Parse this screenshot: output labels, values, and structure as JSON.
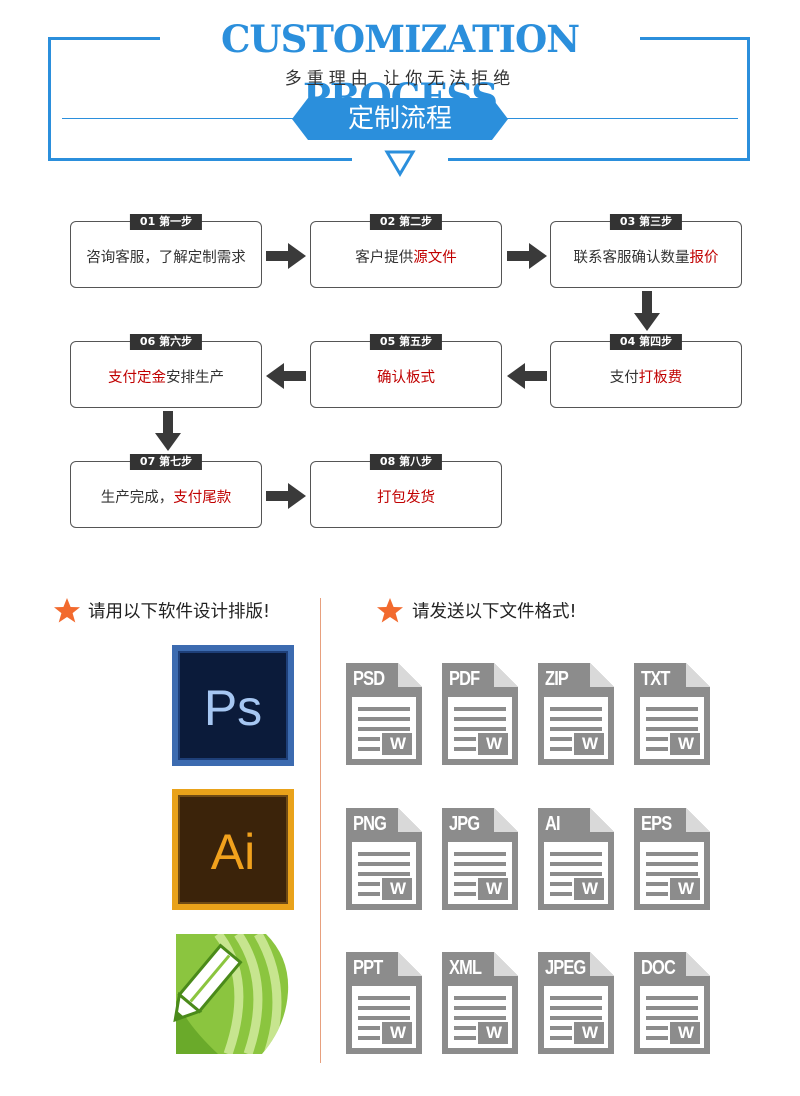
{
  "header": {
    "title": "CUSTOMIZATION PROCESS",
    "subtitle": "多重理由   让你无法拒绝",
    "banner": "定制流程"
  },
  "steps": [
    {
      "tag": "01 第一步",
      "parts": [
        {
          "text": "咨询客服，了解定制需求",
          "red": false
        }
      ]
    },
    {
      "tag": "02 第二步",
      "parts": [
        {
          "text": "客户提供",
          "red": false
        },
        {
          "text": "源文件",
          "red": true
        }
      ]
    },
    {
      "tag": "03 第三步",
      "parts": [
        {
          "text": "联系客服确认数量",
          "red": false
        },
        {
          "text": "报价",
          "red": true
        }
      ]
    },
    {
      "tag": "04 第四步",
      "parts": [
        {
          "text": "支付",
          "red": false
        },
        {
          "text": "打板费",
          "red": true
        }
      ]
    },
    {
      "tag": "05 第五步",
      "parts": [
        {
          "text": "确认板式",
          "red": true
        }
      ]
    },
    {
      "tag": "06 第六步",
      "parts": [
        {
          "text": "支付定金",
          "red": true
        },
        {
          "text": "安排生产",
          "red": false
        }
      ]
    },
    {
      "tag": "07 第七步",
      "parts": [
        {
          "text": "生产完成，",
          "red": false
        },
        {
          "text": "支付尾款",
          "red": true
        }
      ]
    },
    {
      "tag": "08 第八步",
      "parts": [
        {
          "text": "打包发货",
          "red": true
        }
      ]
    }
  ],
  "software": {
    "title": "请用以下软件设计排版!",
    "apps": [
      {
        "name": "photoshop",
        "label": "Ps"
      },
      {
        "name": "illustrator",
        "label": "Ai"
      },
      {
        "name": "coreldraw",
        "label": ""
      }
    ]
  },
  "formats": {
    "title": "请发送以下文件格式!",
    "items": [
      "PSD",
      "PDF",
      "ZIP",
      "TXT",
      "PNG",
      "JPG",
      "AI",
      "EPS",
      "PPT",
      "XML",
      "JPEG",
      "DOC"
    ],
    "badge": "W"
  },
  "colors": {
    "accent": "#2b8fdc",
    "highlight": "#c00000",
    "star": "#f26a2e",
    "file_gray": "#8c8c8c"
  }
}
